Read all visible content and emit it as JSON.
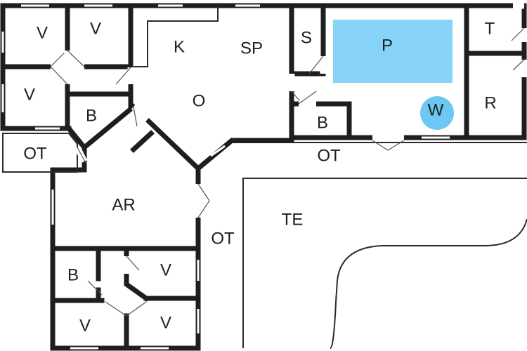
{
  "colors": {
    "wall": "#1e1e1e",
    "pool": "#87d3f8",
    "whirlpool": "#6cc7f2",
    "background": "#ffffff"
  },
  "rooms": {
    "v_top_left": "V",
    "v_top_mid": "V",
    "v_left": "V",
    "b_left": "B",
    "ot_left": "OT",
    "kitchen": "K",
    "dining": "SP",
    "living": "O",
    "sauna": "S",
    "pool": "P",
    "whirlpool": "W",
    "bath_pool": "B",
    "tech": "T",
    "room_r": "R",
    "ot_right": "OT",
    "activity": "AR",
    "ot_mid": "OT",
    "terrace": "TE",
    "b_bottom": "B",
    "v_bottom_right_upper": "V",
    "v_bottom_left": "V",
    "v_bottom_right": "V"
  }
}
